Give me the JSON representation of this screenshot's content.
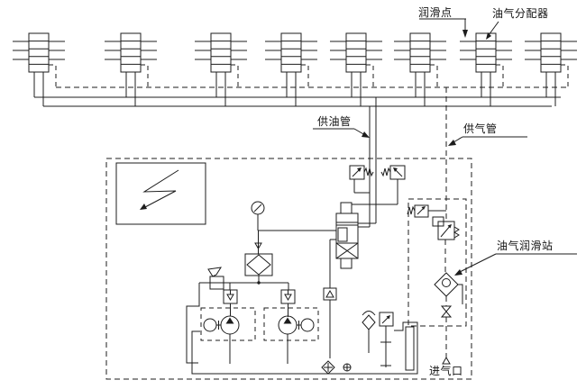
{
  "diagram": {
    "type": "oil-air-lubrication-system-schematic",
    "labels": {
      "lubrication_point": "润滑点",
      "oil_air_distributor": "油气分配器",
      "oil_supply_pipe": "供油管",
      "air_supply_pipe": "供气管",
      "lubrication_station": "油气润滑站",
      "air_inlet": "进气口"
    },
    "distributor_count": 8,
    "pump_count": 2,
    "colors": {
      "line": "#1c1c1c",
      "background": "#ffffff"
    }
  }
}
